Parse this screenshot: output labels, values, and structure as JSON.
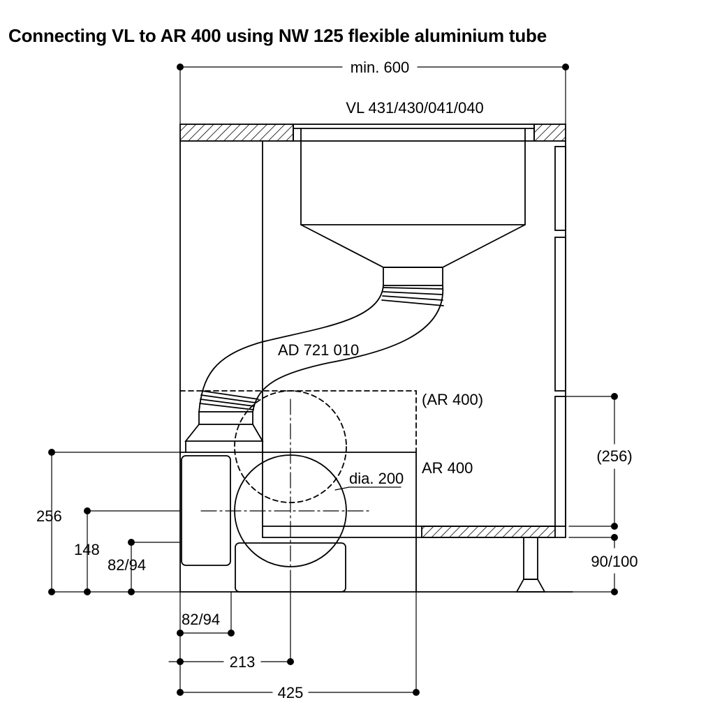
{
  "title": "Connecting VL to AR 400 using NW 125 flexible aluminium tube",
  "labels": {
    "width_min": "min. 600",
    "appliance": "VL 431/430/041/040",
    "duct": "AD 721 010",
    "ar400_alt": "(AR 400)",
    "ar400": "AR 400",
    "diameter": "dia. 200",
    "dim_256_alt": "(256)",
    "dim_256": "256",
    "dim_148": "148",
    "dim_82_94_left": "82/94",
    "dim_82_94_bottom": "82/94",
    "dim_90_100": "90/100",
    "dim_213": "213",
    "dim_425": "425"
  }
}
